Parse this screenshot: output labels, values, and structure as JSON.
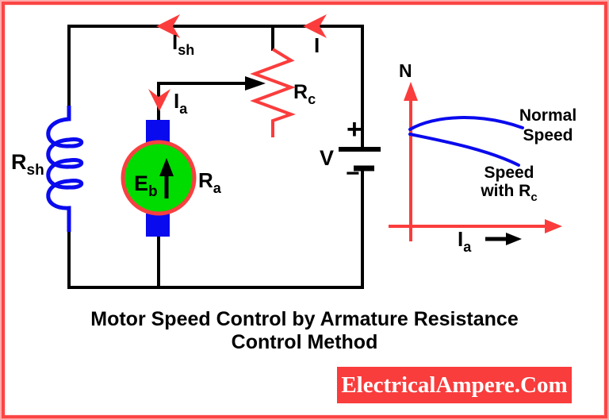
{
  "title": {
    "line1": "Motor Speed Control by Armature Resistance",
    "line2": "Control Method"
  },
  "watermark": {
    "text": "ElectricalAmpere.Com"
  },
  "colors": {
    "wire_black": "#000000",
    "accent_red": "#fb3c3c",
    "coil_blue": "#0a0aee",
    "motor_green": "#00db00",
    "banner_red": "#f93c3c",
    "border_red": "#fb4545",
    "border_light": "#ffaaaa",
    "banner_text": "#ffffff"
  },
  "circuit": {
    "shunt_resistance_label": {
      "base": "R",
      "sub": "sh"
    },
    "shunt_current_label": {
      "base": "I",
      "sub": "sh"
    },
    "supply_current_label": "I",
    "armature_current_label": {
      "base": "I",
      "sub": "a"
    },
    "control_resistance_label": {
      "base": "R",
      "sub": "c"
    },
    "armature_resistance_label": {
      "base": "R",
      "sub": "a"
    },
    "back_emf_label": {
      "base": "E",
      "sub": "b"
    },
    "supply_voltage_label": "V",
    "battery_plus": "+",
    "battery_minus": "−"
  },
  "graph": {
    "y_axis_label": "N",
    "x_axis_label": {
      "base": "I",
      "sub": "a"
    },
    "curve_normal": {
      "line1": "Normal",
      "line2": "Speed"
    },
    "curve_rc": {
      "line1": "Speed",
      "line2_base": "with R",
      "line2_sub": "c"
    }
  }
}
